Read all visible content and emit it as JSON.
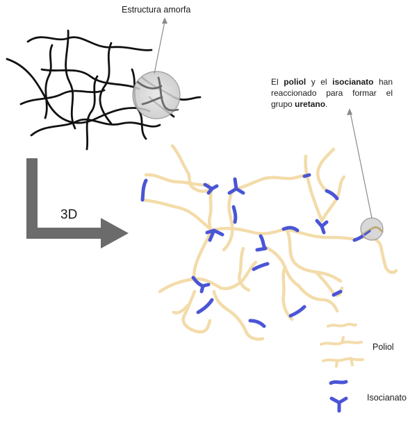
{
  "labels": {
    "amorphous": "Estructura amorfa",
    "three_d": "3D"
  },
  "note": {
    "t1": "El ",
    "b1": "poliol",
    "t2": " y el ",
    "b2": "isocianato",
    "t3": " han reaccionado para formar el grupo ",
    "b3": "uretano",
    "t4": "."
  },
  "legend": {
    "poliol": "Poliol",
    "isocianato": "Isocianato"
  },
  "colors": {
    "poliol": "#f3dcaa",
    "isocianato": "#4a55d6",
    "network": "#111111",
    "arrow": "#6b6b6b"
  }
}
